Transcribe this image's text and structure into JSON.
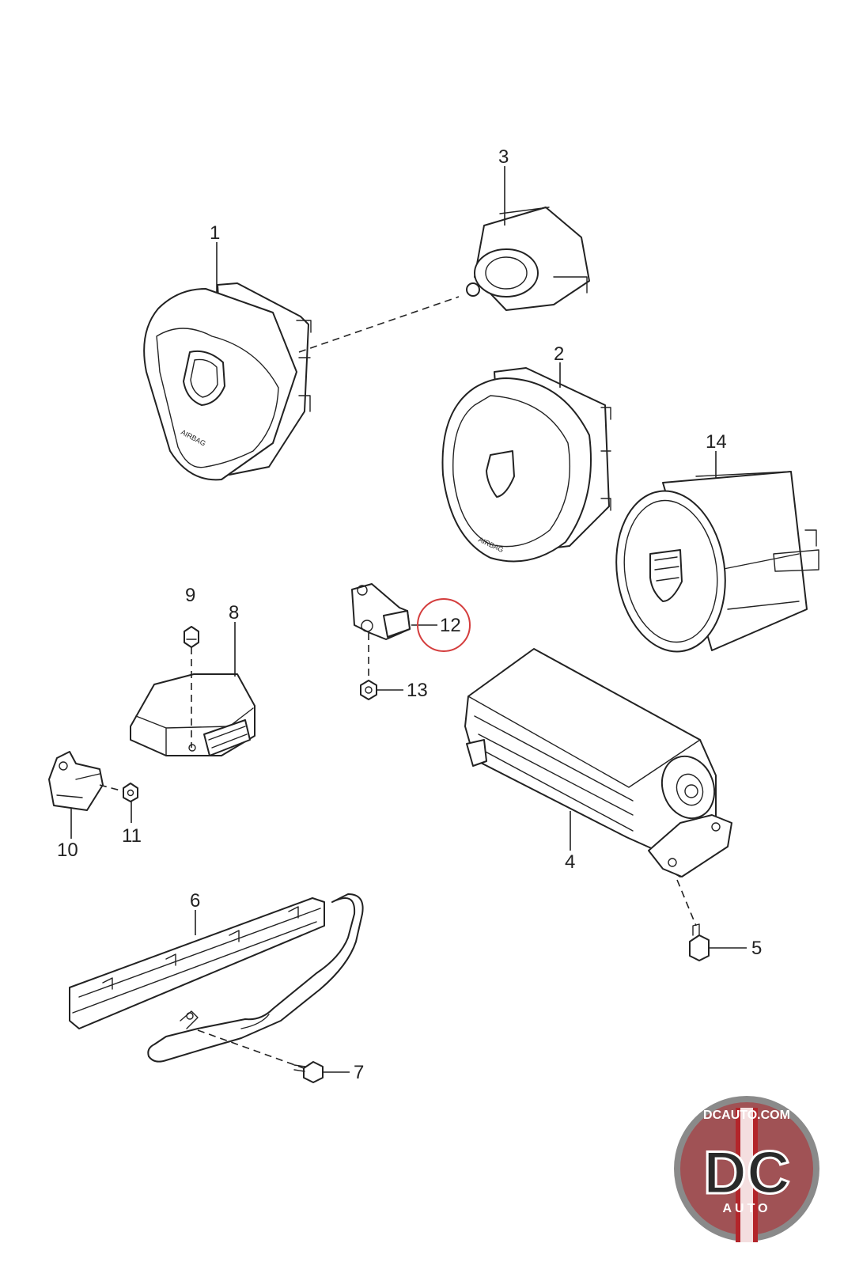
{
  "diagram": {
    "callouts": [
      {
        "id": "1",
        "label": "1"
      },
      {
        "id": "2",
        "label": "2"
      },
      {
        "id": "3",
        "label": "3"
      },
      {
        "id": "4",
        "label": "4"
      },
      {
        "id": "5",
        "label": "5"
      },
      {
        "id": "6",
        "label": "6"
      },
      {
        "id": "7",
        "label": "7"
      },
      {
        "id": "8",
        "label": "8"
      },
      {
        "id": "9",
        "label": "9"
      },
      {
        "id": "10",
        "label": "10"
      },
      {
        "id": "11",
        "label": "11"
      },
      {
        "id": "12",
        "label": "12"
      },
      {
        "id": "13",
        "label": "13"
      },
      {
        "id": "14",
        "label": "14"
      }
    ],
    "highlighted_callout": "12",
    "highlight_color": "#d43d3d",
    "part_markings": {
      "airbag_1": "AIRBAG",
      "airbag_2": "AIRBAG"
    }
  },
  "watermark": {
    "top_text": "DCAUTO.COM",
    "letters": "DC",
    "bottom_text": "AUTO",
    "colors": {
      "ring": "#8a8a8a",
      "red": "#b3252a",
      "dark": "#2a2a2a"
    }
  }
}
